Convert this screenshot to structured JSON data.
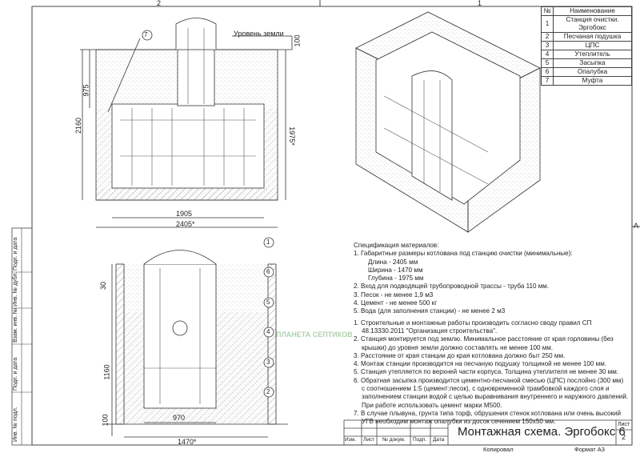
{
  "frame": {
    "zone_top_left": "2",
    "zone_top_right": "1",
    "zone_right": "A"
  },
  "side_stamps": [
    "Подп. и дата",
    "Инв. № дубл.",
    "Взам. инв. №",
    "Подп. и дата",
    "Инв. № подл."
  ],
  "front_view": {
    "ground_label": "Уровень земли",
    "dims": {
      "top": "100",
      "height_upper": "975",
      "total_height": "2160",
      "depth": "1975*",
      "width_inner": "1905",
      "width_pit": "2405*"
    },
    "callout": "7"
  },
  "side_view": {
    "dims": {
      "top": "30",
      "middle": "1160",
      "bottom": "100",
      "width_inner": "970",
      "width_pit": "1470*"
    },
    "callouts": [
      "1",
      "6",
      "5",
      "4",
      "3",
      "2"
    ]
  },
  "watermark": "ПЛАНЕТА СЕПТИКОВ",
  "parts_table": {
    "headers": [
      "№",
      "Наименование"
    ],
    "rows": [
      [
        "1",
        "Станция очистки. Эргобокс"
      ],
      [
        "2",
        "Песчаная подушка"
      ],
      [
        "3",
        "ЦПС"
      ],
      [
        "4",
        "Утеплитель"
      ],
      [
        "5",
        "Засыпка"
      ],
      [
        "6",
        "Опалубка"
      ],
      [
        "7",
        "Муфта"
      ]
    ]
  },
  "spec": {
    "title": "Спецификация материалов:",
    "item1": "1. Габаритные размеры котлована под станцию очистки (минимальные):",
    "dims": [
      "Длина - 2405 мм",
      "Ширина - 1470 мм",
      "Глубина - 1975 мм"
    ],
    "items": [
      "2. Вход для подводящей трубопроводной трассы - труба 110 мм.",
      "3. Песок - не менее 1,9 м3",
      "4. Цемент - не менее 500 кг",
      "5. Вода (для заполнения станции) - не менее 2 м3"
    ]
  },
  "notes": [
    [
      "1. Строительные и монтажные работы производить согласно своду правил СП",
      "48.13330.2011 \"Организация строительства\"."
    ],
    [
      "2. Станция монтируется под землю. Минимальное расстояние от края горловины (без",
      "крышки) до уровня земли должно составлять не менее 100 мм."
    ],
    [
      "3. Расстояние от края станции до края котлована должно быт 250 мм."
    ],
    [
      "4. Монтаж станции производится на песчаную подушку толщиной не менее 100 мм."
    ],
    [
      "5. Станция утепляется по верхней части корпуса. Толщина утеплителя не менее 30 мм."
    ],
    [
      "6. Обратная засыпка производится цементно-песчаной смесью (ЦПС) послойно (300 мм)",
      "с соотношением 1:5 (цемент:песок), с одновременной трамбовкой каждого слоя и",
      "заполнением станции водой с целью выравнивания внутреннего и наружного давлений.",
      "При работе использовать цемент марки М500."
    ],
    [
      "7. В случае плывуна, грунта типа торф, обрушения стенок котлована или очень высокий",
      "УГВ необходим монтаж опалубки из досок сечением 150х50 мм."
    ]
  ],
  "title_block": {
    "cols": [
      "Изм.",
      "Лист",
      "№ докум.",
      "Подп.",
      "Дата"
    ],
    "title": "Монтажная схема. Эргобокс 6",
    "sheet_label": "Лист",
    "sheet": "2",
    "copied": "Копировал",
    "format": "Формат А3"
  }
}
